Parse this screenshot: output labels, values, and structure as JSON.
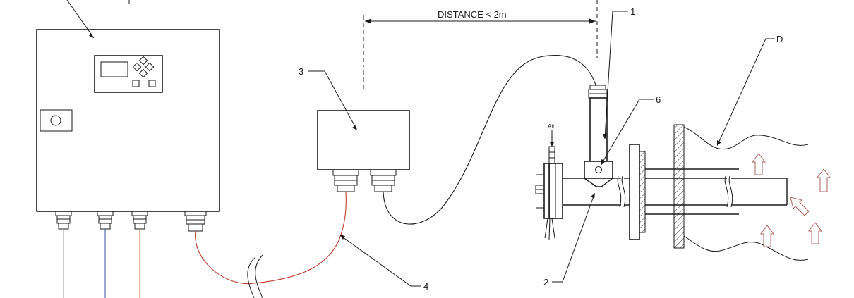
{
  "distance_note": "DISTANCE < 2m",
  "air_label": "Air",
  "callouts": {
    "c1": "1",
    "c2": "2",
    "c3": "3",
    "c4": "4",
    "c6": "6",
    "cD": "D"
  },
  "colors": {
    "stroke": "#1a1a1a",
    "cable_red": "#c0392b",
    "wire_orange": "#c8793e",
    "wire_blue": "#3b4fa8",
    "wire_gray": "#9a9a9a",
    "flow_arrow": "#b06060"
  }
}
